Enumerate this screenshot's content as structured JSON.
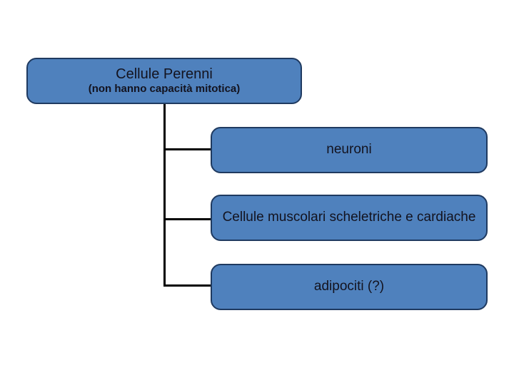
{
  "slide": {
    "background_color": "#ffffff",
    "node_fill_color": "#4f81bd",
    "node_border_color": "#1f3a60",
    "connector_color": "#000000",
    "text_color": "#13131f"
  },
  "diagram": {
    "root": {
      "title": "Cellule Perenni",
      "subtitle": "(non hanno capacità mitotica)"
    },
    "children": [
      {
        "label": "neuroni"
      },
      {
        "label": "Cellule muscolari scheletriche e cardiache"
      },
      {
        "label": "adipociti (?)"
      }
    ]
  }
}
